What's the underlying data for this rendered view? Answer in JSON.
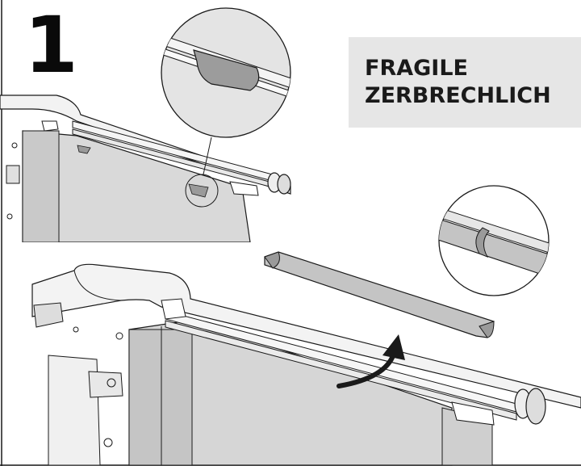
{
  "step": {
    "number": "1"
  },
  "warning": {
    "line1": "FRAGILE",
    "line2": "ZERBRECHLICH",
    "background": "#e6e6e6"
  },
  "colors": {
    "line": "#1a1a1a",
    "panel": "#d9d9d9",
    "panel_dark": "#bdbdbd",
    "strip": "#c8c8c8"
  },
  "icons": {
    "arrow": "curved-arrow-icon",
    "callout_top": "magnifier-callout",
    "callout_right": "magnifier-callout"
  }
}
